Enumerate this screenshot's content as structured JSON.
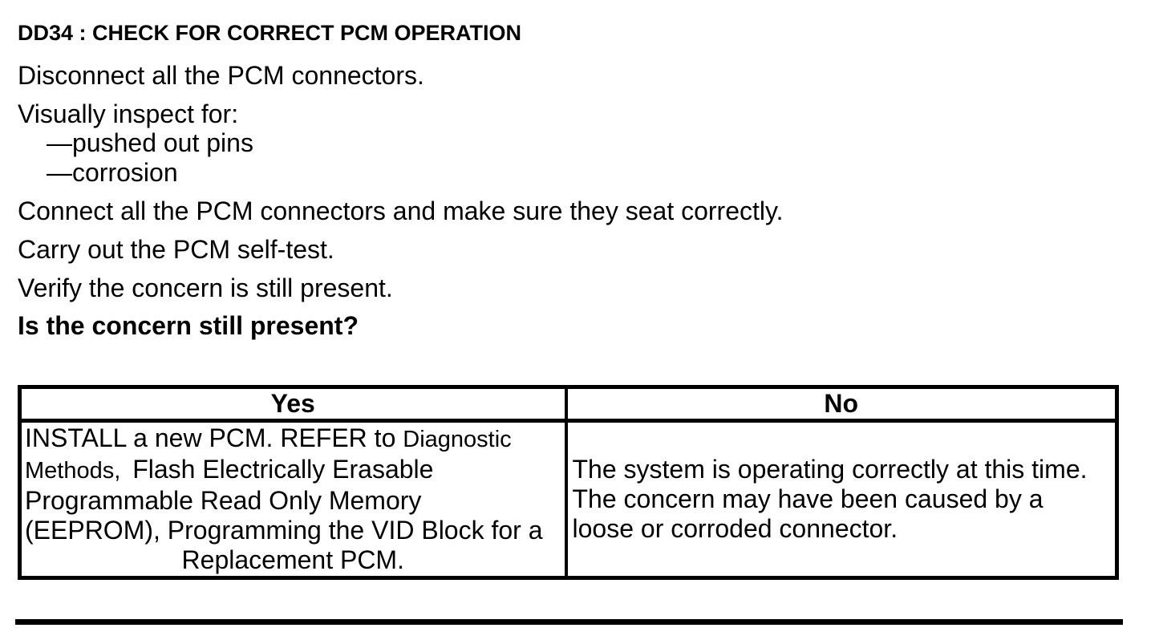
{
  "page": {
    "title": "DD34 : CHECK FOR CORRECT PCM OPERATION",
    "instructions": {
      "disconnect": "Disconnect all the PCM connectors.",
      "inspect": "Visually inspect for:",
      "inspect_items": [
        "—pushed out pins",
        "—corrosion"
      ],
      "connect": "Connect all the PCM connectors and make sure they seat correctly.",
      "self_test": "Carry out the PCM self-test.",
      "verify": "Verify the concern is still present.",
      "question": "Is the concern still present?"
    }
  },
  "decision_table": {
    "headers": {
      "yes": "Yes",
      "no": "No"
    },
    "yes_cell": {
      "line1_main": "INSTALL a new PCM. REFER to ",
      "line1_ref": "Diagnostic",
      "line2_ref": "Methods,",
      "line2_main": " Flash Electrically Erasable",
      "line3": "Programmable Read Only Memory",
      "line4": "(EEPROM), Programming the VID Block for a",
      "line5": "Replacement PCM."
    },
    "no_cell": {
      "line1": "The system is operating correctly at this time.",
      "line2": "The concern may have been caused by a",
      "line3": "loose or corroded connector."
    }
  }
}
